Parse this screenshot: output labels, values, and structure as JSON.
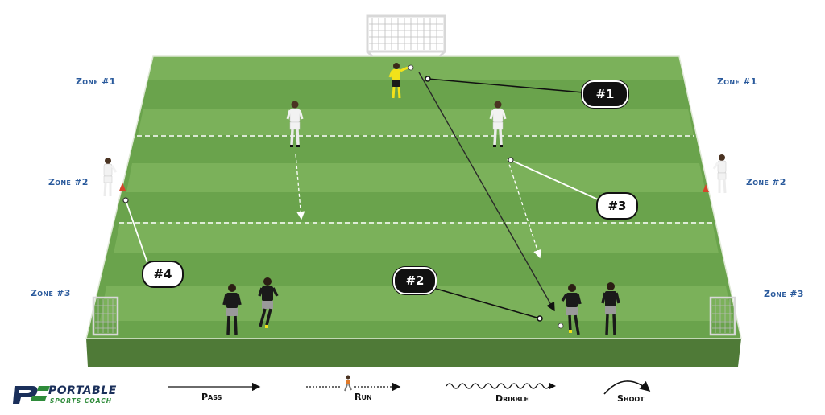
{
  "zones": {
    "left_zone1": "Zone #1",
    "right_zone1": "Zone #1",
    "left_zone2": "Zone #2",
    "right_zone2": "Zone #2",
    "left_zone3": "Zone #3",
    "right_zone3": "Zone #3"
  },
  "callouts": {
    "c1": "#1",
    "c2": "#2",
    "c3": "#3",
    "c4": "#4"
  },
  "legend": {
    "pass": "Pass",
    "run": "Run",
    "dribble": "Dribble",
    "shoot": "Shoot"
  },
  "brand": {
    "logo_text": "PSC",
    "name": "PORTABLE",
    "tagline": "SPORTS COACH"
  },
  "colors": {
    "pitch_light": "#7bb15a",
    "pitch_dark": "#6aa34c",
    "pitch_edge": "#557f3c",
    "zone_text": "#2a5a9c",
    "team_white": "#f2f2f2",
    "team_black": "#1a1a1a",
    "goalkeeper": "#f2e21a",
    "brand_navy": "#1a2f5a",
    "brand_green": "#2e8b3a"
  }
}
